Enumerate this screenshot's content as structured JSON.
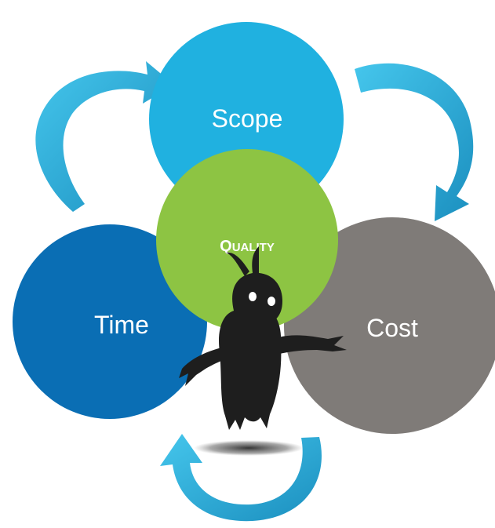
{
  "nodes": {
    "scope": {
      "label": "Scope",
      "color": "#20b1e0"
    },
    "time": {
      "label": "Time",
      "color": "#0a6eb4"
    },
    "cost": {
      "label": "Cost",
      "color": "#7f7b78"
    },
    "quality": {
      "label_first": "Q",
      "label_rest": "UALITY",
      "color": "#8dc443"
    }
  },
  "arrows": {
    "color_light": "#3cc0e8",
    "color_dark": "#1a92c0"
  },
  "creature": {
    "color": "#1e1e1e",
    "eye_color": "#ffffff",
    "shadow_color": "#3a3a3a"
  }
}
